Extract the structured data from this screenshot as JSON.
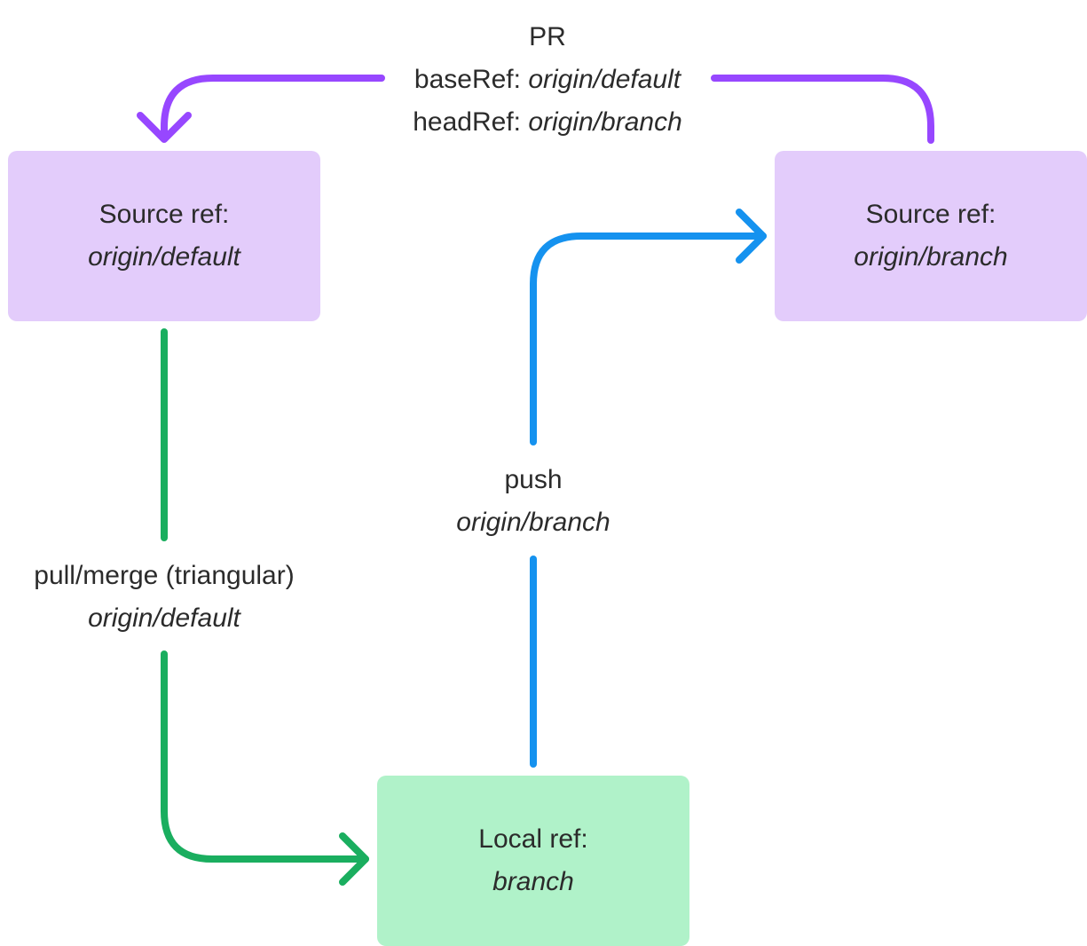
{
  "nodes": {
    "source_default": {
      "title": "Source ref:",
      "ref": "origin/default"
    },
    "source_branch": {
      "title": "Source ref:",
      "ref": "origin/branch"
    },
    "local_branch": {
      "title": "Local ref:",
      "ref": "branch"
    }
  },
  "edges": {
    "pr": {
      "title": "PR",
      "base_label": "baseRef: ",
      "base_ref": "origin/default",
      "head_label": "headRef: ",
      "head_ref": "origin/branch",
      "color": "#9747ff"
    },
    "push": {
      "action": "push",
      "ref": "origin/branch",
      "color": "#1592ef"
    },
    "pull": {
      "action": "pull/merge (triangular)",
      "ref": "origin/default",
      "color": "#1aae5f"
    }
  }
}
